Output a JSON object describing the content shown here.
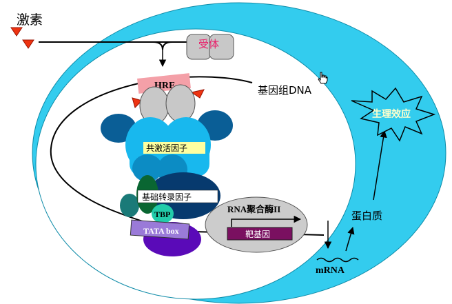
{
  "labels": {
    "hormone": "激素",
    "receptor": "受体",
    "hre": "HRE",
    "genome_dna": "基因组DNA",
    "coactivator": "共激活因子",
    "basal_tf": "基础转录因子",
    "tbp": "TBP",
    "tata_box": "TATA box",
    "rna_pol": "RNA聚合酶II",
    "target_gene": "靶基因",
    "mrna": "mRNA",
    "protein": "蛋白质",
    "effect": "生理效应"
  },
  "colors": {
    "cytoplasm": "#33CCEE",
    "nucleus": "#FFFFFF",
    "hormone": "#EE3311",
    "receptor": "#C8C8C8",
    "hre_box": "#F4A0A8",
    "coactivator_core": "#18B8EE",
    "coactivator_lobes": "#0A5E96",
    "basal_tf_dark": "#073A6E",
    "green_subunit": "#0A6632",
    "teal_subunit": "#1A7A78",
    "tbp": "#22CCAA",
    "tata_box": "#9A7AD8",
    "purple_base": "#5A0AB8",
    "rna_pol": "#CCCCCC",
    "target_gene": "#7A1060",
    "receptor_text": "#E8206A",
    "effect_text": "#FFFFCC",
    "coactivator_label_bg": "#FFFFA0"
  },
  "icons": {
    "cursor": "hand-pointer-icon",
    "effect_burst": "starburst-icon"
  }
}
